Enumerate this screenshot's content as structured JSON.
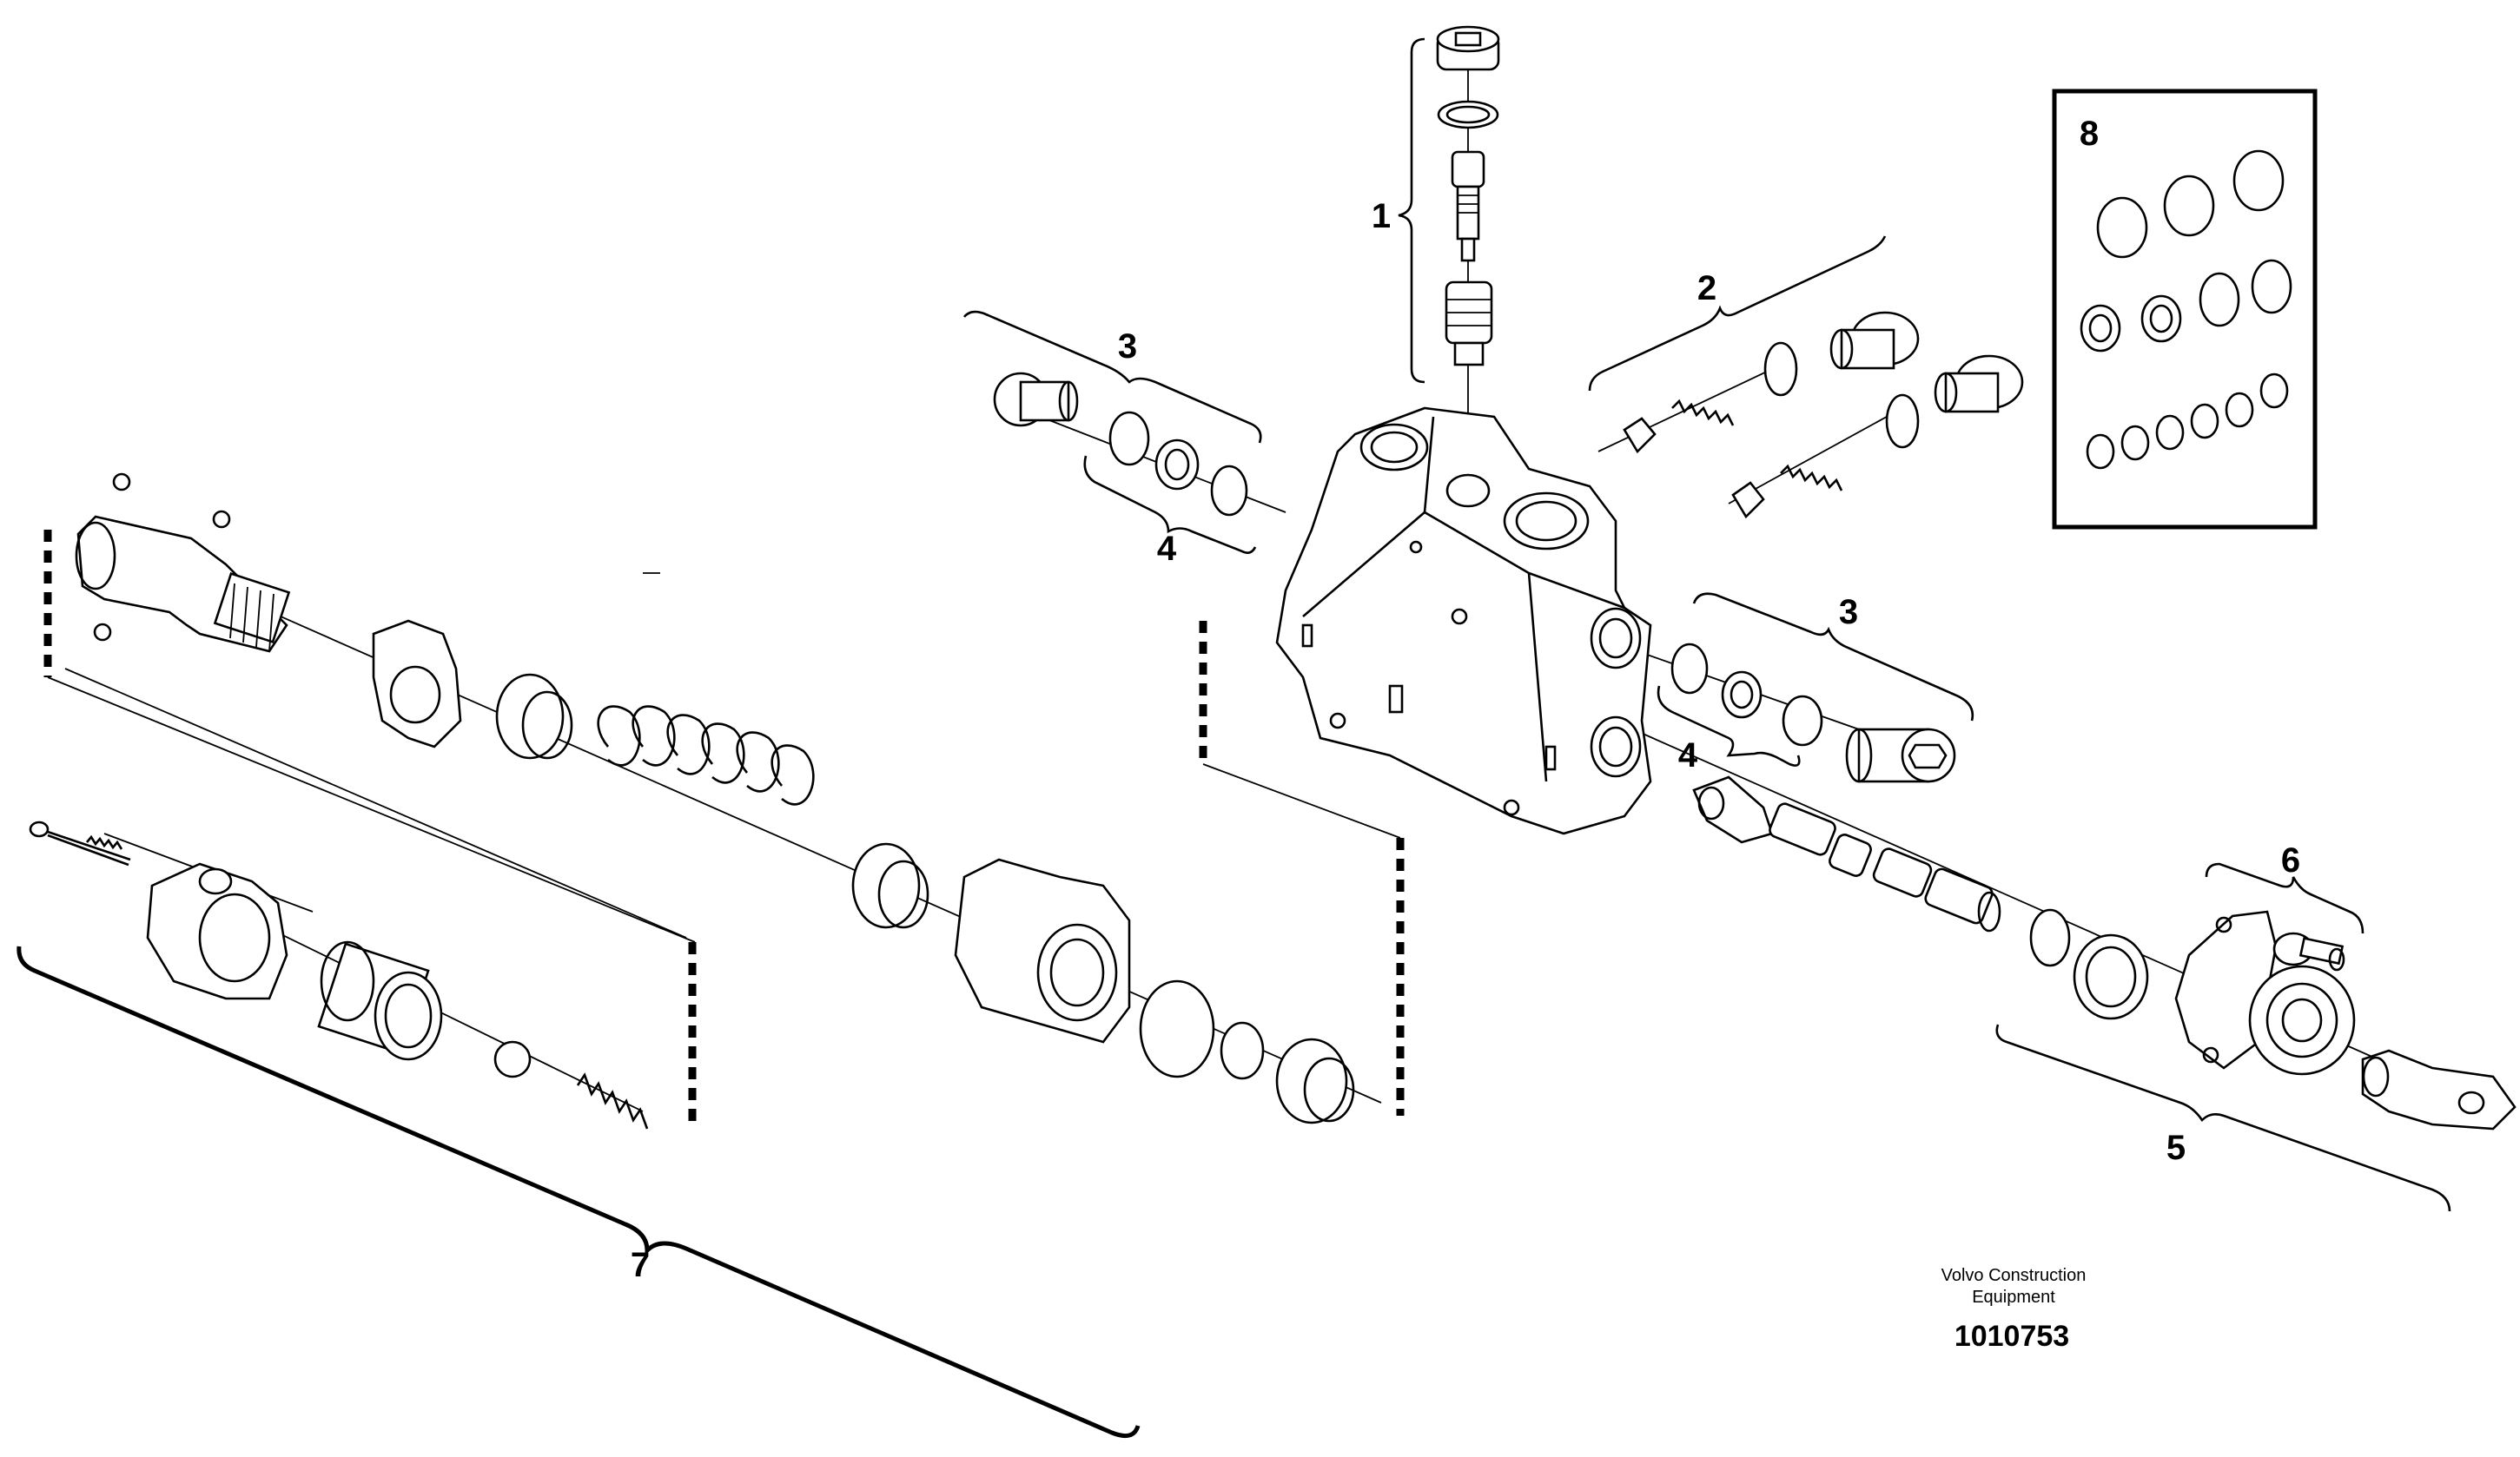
{
  "callouts": {
    "c1": "1",
    "c2": "2",
    "c3a": "3",
    "c3b": "3",
    "c4a": "4",
    "c4b": "4",
    "c5": "5",
    "c6": "6",
    "c7": "7",
    "c8": "8"
  },
  "caption": {
    "line1": "Volvo Construction",
    "line2": "Equipment"
  },
  "document_number": "1010753"
}
